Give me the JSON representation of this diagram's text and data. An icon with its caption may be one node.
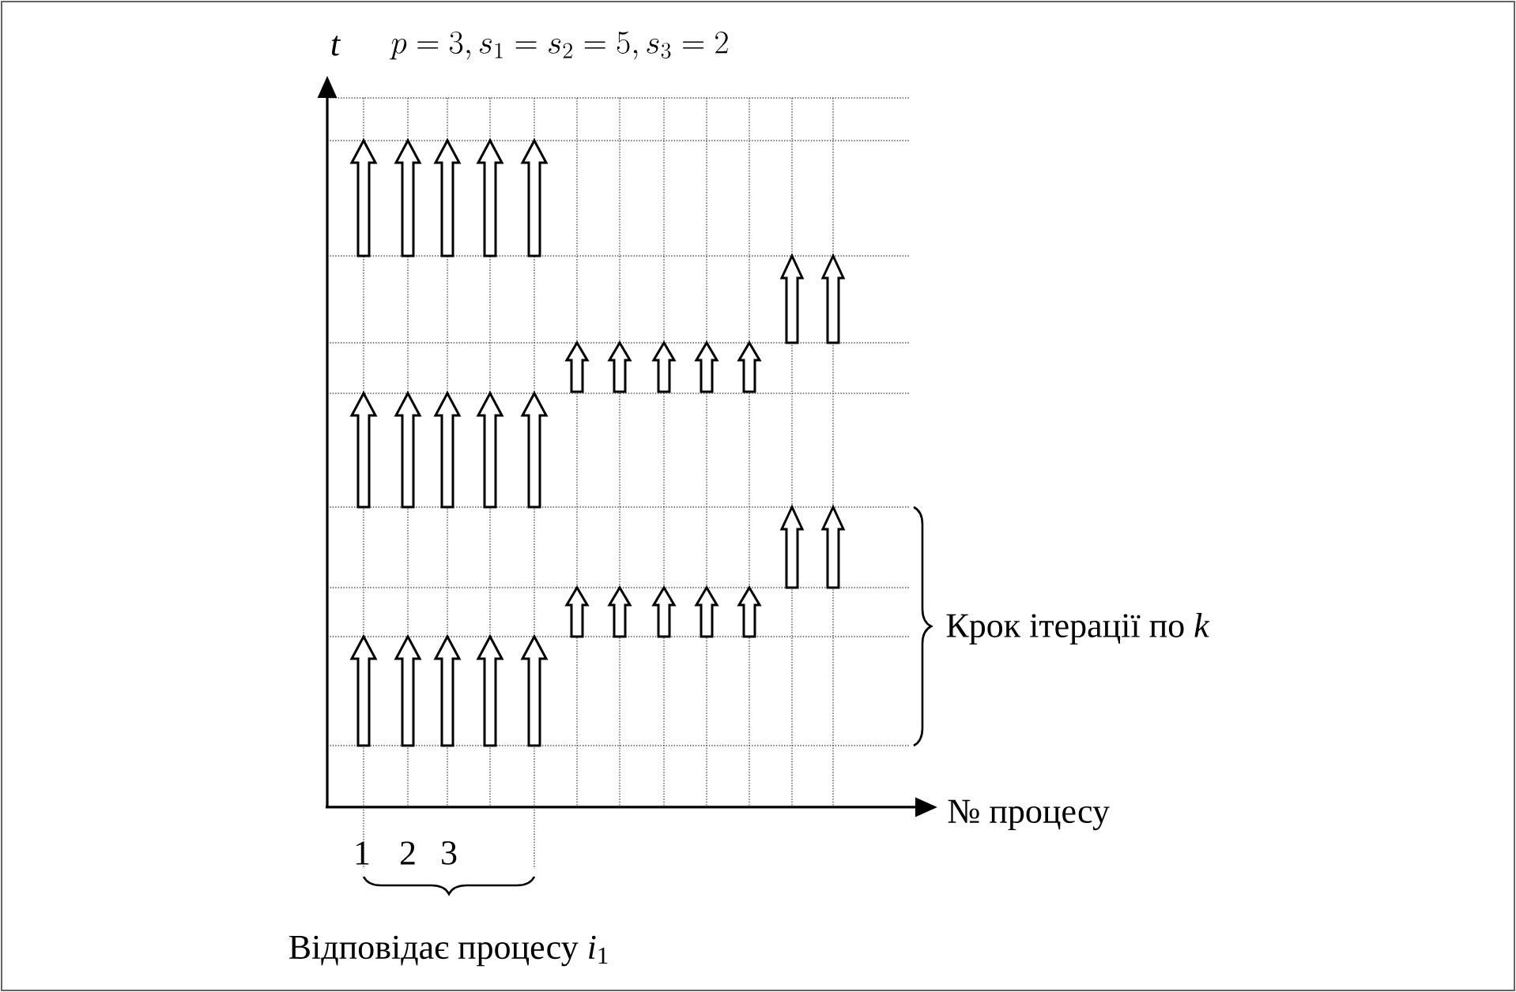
{
  "diagram": {
    "labels": [
      "t",
      "p = 3, s_1 = s_2 = 5, s_3 = 2",
      "Крок ітерації по *k*",
      "№ процесу",
      "1",
      "2",
      "3",
      "Відповідає процесу *i*$_{1}$"
    ]
  }
}
